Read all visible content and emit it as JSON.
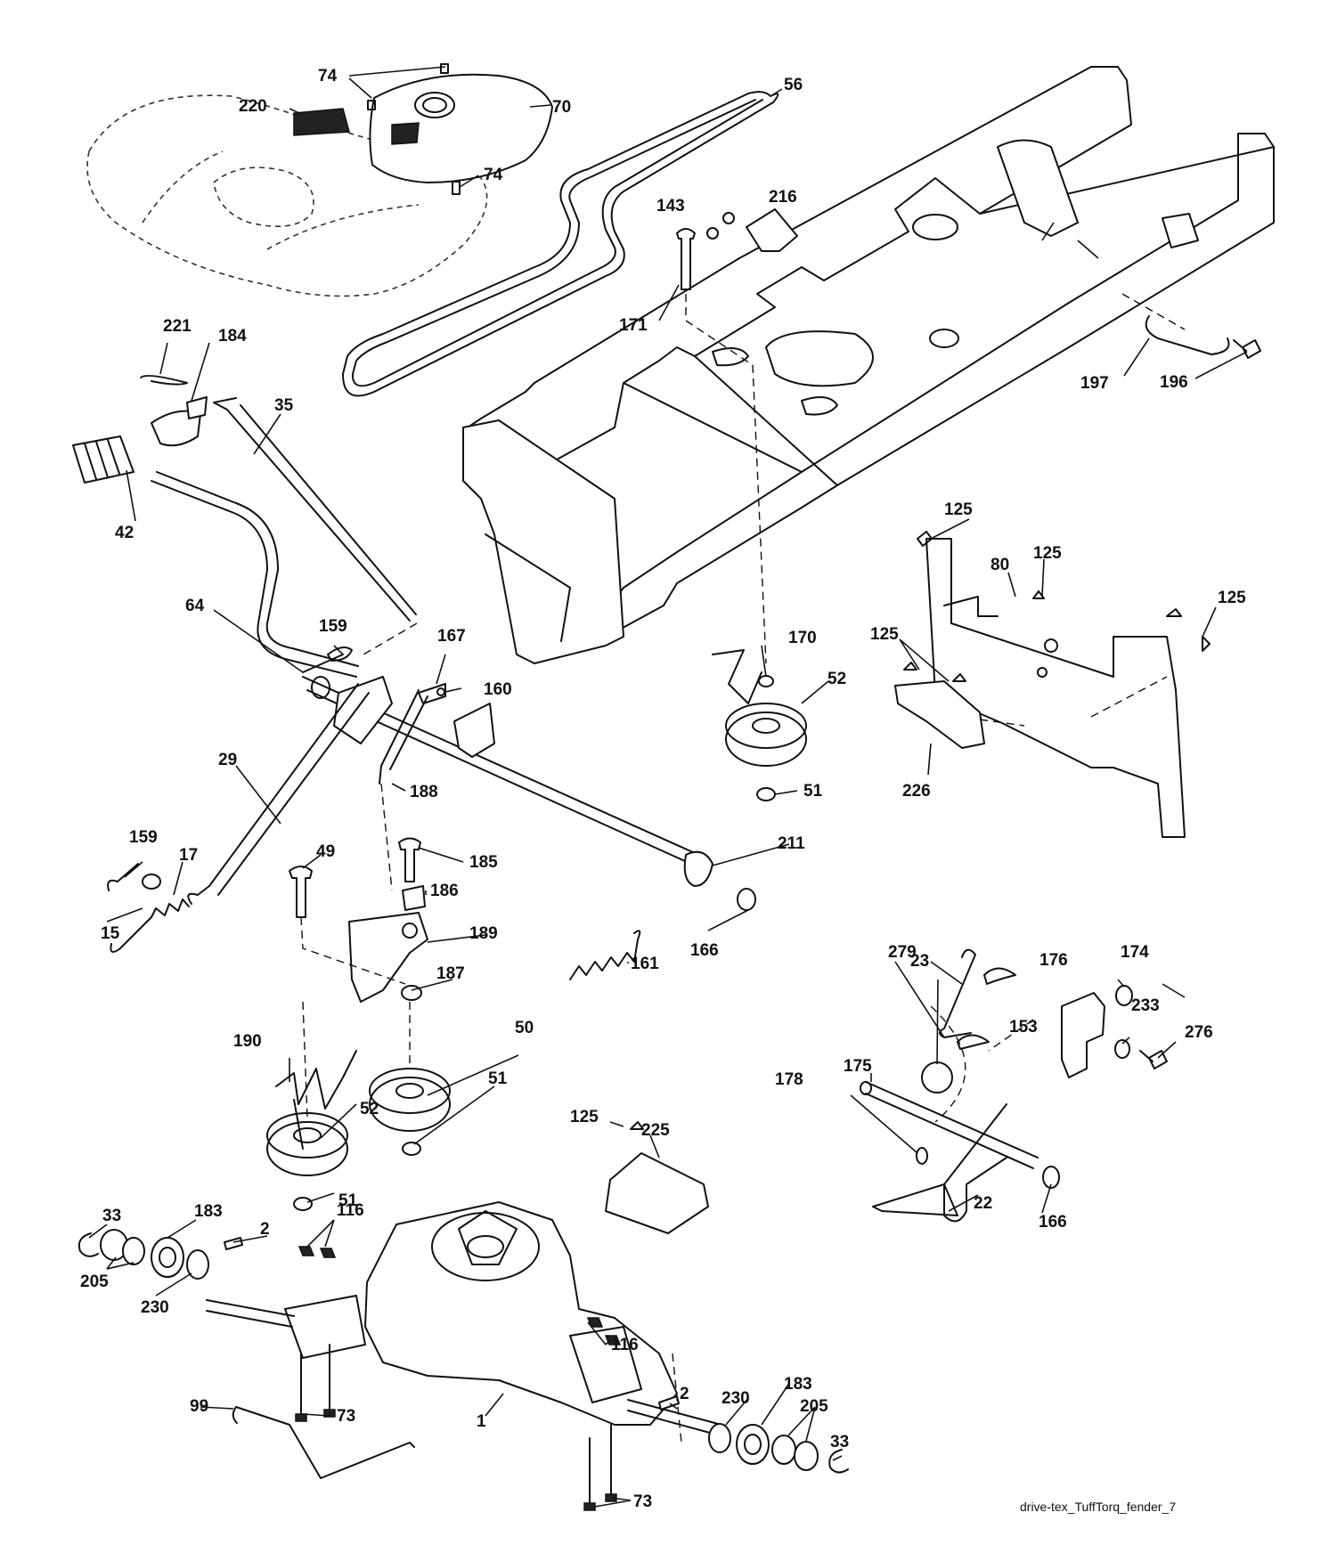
{
  "figure_id": "drive-tex_TuffTorq_fender_7",
  "callouts": [
    {
      "text": "74"
    },
    {
      "text": "220"
    },
    {
      "text": "70"
    },
    {
      "text": "74"
    },
    {
      "text": "56"
    },
    {
      "text": "143"
    },
    {
      "text": "216"
    },
    {
      "text": "171"
    },
    {
      "text": "197"
    },
    {
      "text": "196"
    },
    {
      "text": "221"
    },
    {
      "text": "184"
    },
    {
      "text": "35"
    },
    {
      "text": "42"
    },
    {
      "text": "64"
    },
    {
      "text": "159"
    },
    {
      "text": "167"
    },
    {
      "text": "160"
    },
    {
      "text": "125"
    },
    {
      "text": "80"
    },
    {
      "text": "125"
    },
    {
      "text": "125"
    },
    {
      "text": "125"
    },
    {
      "text": "170"
    },
    {
      "text": "52"
    },
    {
      "text": "51"
    },
    {
      "text": "226"
    },
    {
      "text": "29"
    },
    {
      "text": "188"
    },
    {
      "text": "159"
    },
    {
      "text": "17"
    },
    {
      "text": "15"
    },
    {
      "text": "49"
    },
    {
      "text": "185"
    },
    {
      "text": "186"
    },
    {
      "text": "189"
    },
    {
      "text": "211"
    },
    {
      "text": "166"
    },
    {
      "text": "161"
    },
    {
      "text": "187"
    },
    {
      "text": "279"
    },
    {
      "text": "176"
    },
    {
      "text": "174"
    },
    {
      "text": "23"
    },
    {
      "text": "153"
    },
    {
      "text": "233"
    },
    {
      "text": "276"
    },
    {
      "text": "50"
    },
    {
      "text": "190"
    },
    {
      "text": "51"
    },
    {
      "text": "175"
    },
    {
      "text": "178"
    },
    {
      "text": "52"
    },
    {
      "text": "51"
    },
    {
      "text": "125"
    },
    {
      "text": "225"
    },
    {
      "text": "22"
    },
    {
      "text": "166"
    },
    {
      "text": "33"
    },
    {
      "text": "183"
    },
    {
      "text": "116"
    },
    {
      "text": "2"
    },
    {
      "text": "205"
    },
    {
      "text": "230"
    },
    {
      "text": "116"
    },
    {
      "text": "2"
    },
    {
      "text": "183"
    },
    {
      "text": "230"
    },
    {
      "text": "205"
    },
    {
      "text": "99"
    },
    {
      "text": "73"
    },
    {
      "text": "1"
    },
    {
      "text": "33"
    },
    {
      "text": "73"
    }
  ]
}
